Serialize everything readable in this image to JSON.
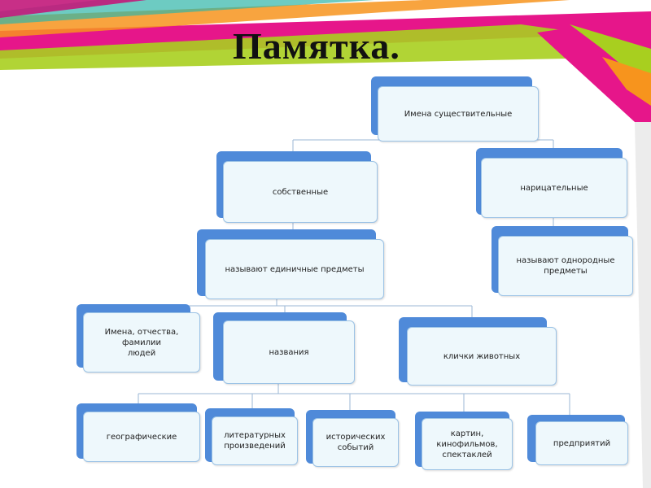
{
  "slide": {
    "title": "Памятка."
  },
  "diagram": {
    "nouns": "Имена существительные",
    "proper": "собственные",
    "common": "нарицательные",
    "proper_desc": "называют  единичные предметы",
    "common_desc": "называют однородные\nпредметы",
    "names_people": "Имена, отчества, фамилии\nлюдей",
    "titles": "названия",
    "animal_names": "клички животных",
    "geographic": "географические",
    "literary": "литературных\nпроизведений",
    "historical": "исторических\nсобытий",
    "films": "картин,\nкинофильмов,\nспектаклей",
    "enterprises": "предприятий"
  },
  "colors": {
    "box_back": "#4f8ad9",
    "box_front": "#eef8fc",
    "connector": "#9bb7d6",
    "ribbon_pink": "#e6168a",
    "ribbon_lime": "#a8cf1f",
    "ribbon_orange": "#f7941d",
    "ribbon_teal": "#2fb5a8"
  }
}
